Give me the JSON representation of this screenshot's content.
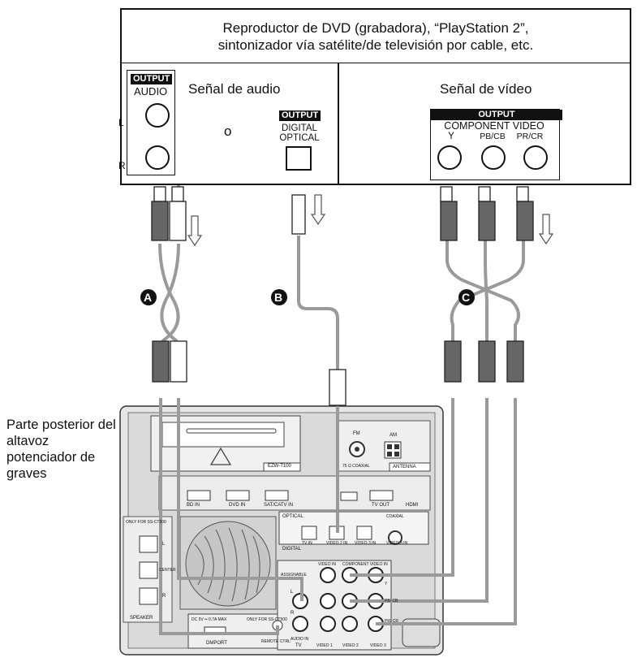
{
  "source_device": {
    "title_line1": "Reproductor de DVD (grabadora), “PlayStation 2”,",
    "title_line2": "sintonizador vía satélite/de televisión por cable, etc."
  },
  "audio_section": {
    "heading": "Señal de audio",
    "output_badge": "OUTPUT",
    "audio_label": "AUDIO",
    "left_label": "L",
    "right_label": "R",
    "or_label": "o",
    "digital_badge": "OUTPUT",
    "digital_line1": "DIGITAL",
    "digital_line2": "OPTICAL"
  },
  "video_section": {
    "heading": "Señal de vídeo",
    "output_badge": "OUTPUT",
    "component_label": "COMPONENT VIDEO",
    "y_label": "Y",
    "pb_label": "PB/CB",
    "pr_label": "PR/CR"
  },
  "cable_markers": [
    "A",
    "B",
    "C"
  ],
  "subwoofer_label": "Parte posterior del altavoz potenciador de graves",
  "subwoofer_panel": {
    "module_label": "EZW-T100",
    "fm_label": "FM",
    "am_label": "AM",
    "coaxial_label": "75 Ω COAXIAL",
    "antenna_label": "ANTENNA",
    "hdmi_inputs": [
      "BD IN",
      "DVD IN",
      "SAT/CATV IN"
    ],
    "tv_out": "TV OUT",
    "hdmi_label": "HDMI",
    "only_for": "ONLY FOR SS-CT500",
    "speaker_labels": [
      "L",
      "CENTER",
      "R"
    ],
    "speaker_group": "SPEAKER",
    "optical_label": "OPTICAL",
    "optical_inputs": [
      "TV IN",
      "VIDEO 2 IN",
      "VIDEO 3 IN"
    ],
    "coaxial_in_label": "COAXIAL",
    "video3_in": "VIDEO 3 IN",
    "digital_label": "DIGITAL",
    "assignable_label": "ASSIGNABLE",
    "video_in_label": "VIDEO IN",
    "component_in_label": "COMPONENT VIDEO IN",
    "comp_labels": [
      "Y",
      "PB/ CB",
      "PR/ CR"
    ],
    "dc_label": "DC 5V ═ 0.7A MAX",
    "only_for_small": "ONLY FOR SS-CT500",
    "dmport": "DMPORT",
    "remote_ctrl": "REMOTE CTRL",
    "audio_in": "AUDIO IN",
    "bottom_groups": [
      "TV",
      "VIDEO 1",
      "VIDEO 2",
      "VIDEO 3"
    ],
    "lr_labels": [
      "L",
      "R"
    ]
  }
}
